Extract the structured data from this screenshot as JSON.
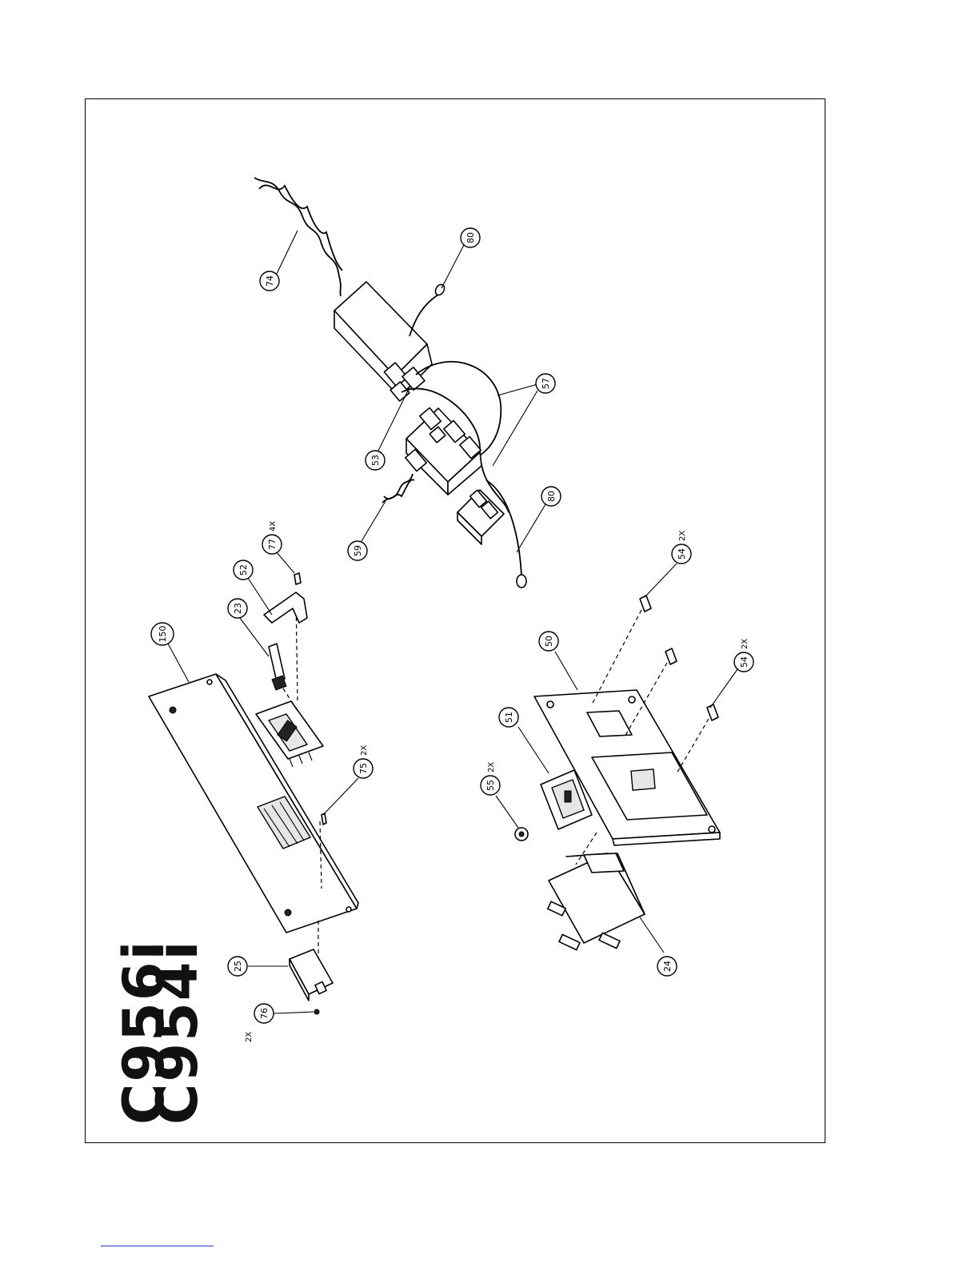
{
  "models": [
    "C956i",
    "C954i"
  ],
  "callouts": [
    {
      "num": "74",
      "qty": ""
    },
    {
      "num": "80",
      "qty": ""
    },
    {
      "num": "57",
      "qty": ""
    },
    {
      "num": "53",
      "qty": ""
    },
    {
      "num": "80",
      "qty": ""
    },
    {
      "num": "59",
      "qty": ""
    },
    {
      "num": "77",
      "qty": "4X"
    },
    {
      "num": "52",
      "qty": ""
    },
    {
      "num": "23",
      "qty": ""
    },
    {
      "num": "150",
      "qty": ""
    },
    {
      "num": "75",
      "qty": "2X"
    },
    {
      "num": "25",
      "qty": ""
    },
    {
      "num": "76",
      "qty": "2X"
    },
    {
      "num": "54",
      "qty": "2X"
    },
    {
      "num": "50",
      "qty": ""
    },
    {
      "num": "54",
      "qty": "2X"
    },
    {
      "num": "51",
      "qty": ""
    },
    {
      "num": "55",
      "qty": "2X"
    },
    {
      "num": "24",
      "qty": ""
    }
  ]
}
